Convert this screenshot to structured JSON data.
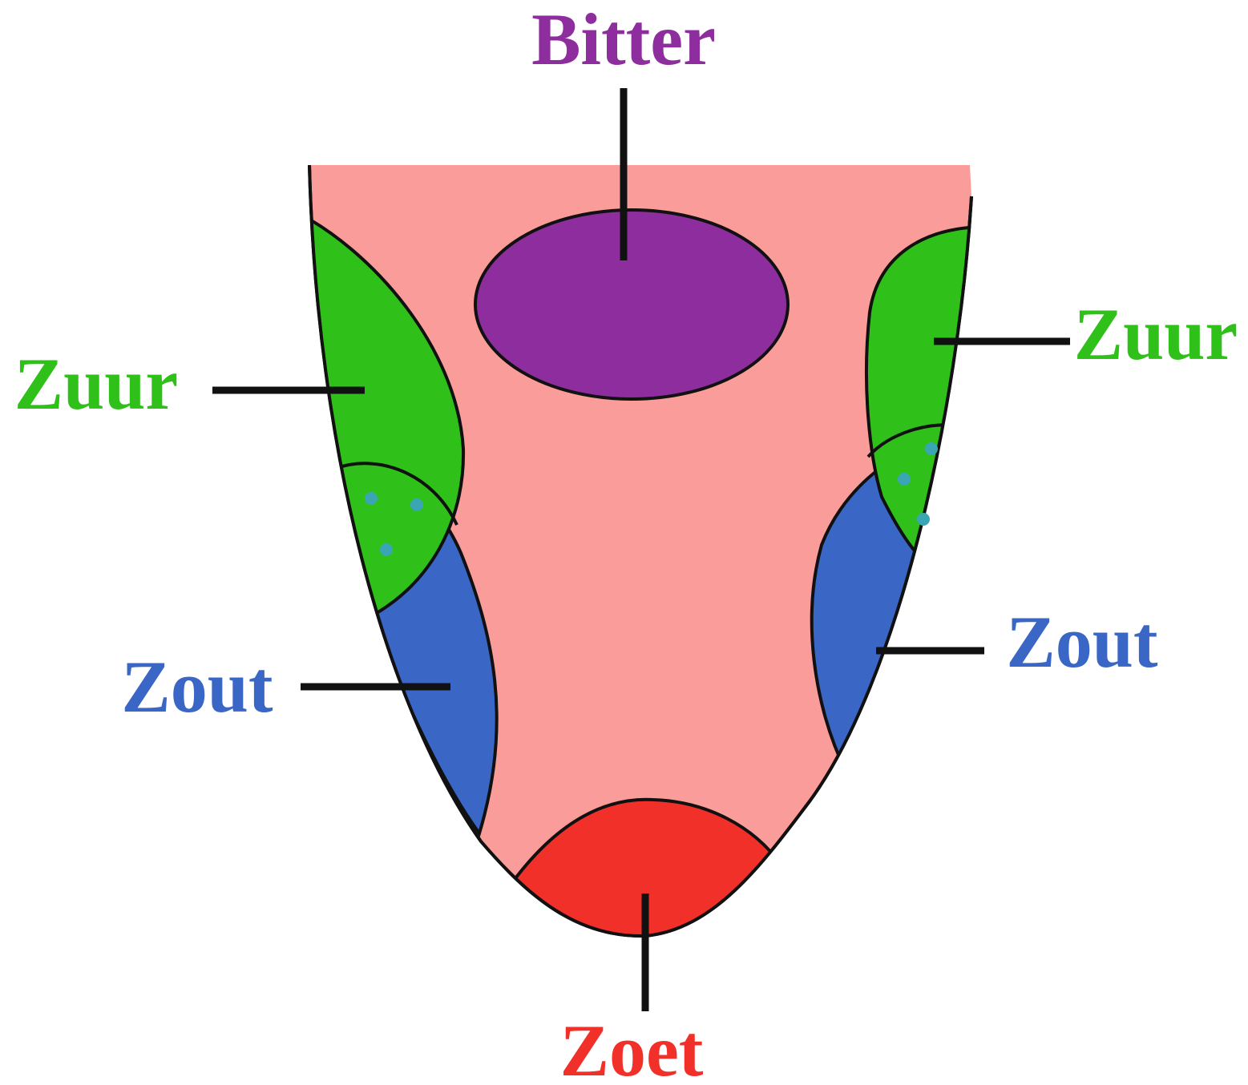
{
  "colors": {
    "tongue": "#f99c9a",
    "bitter": "#8e2d9e",
    "sour": "#2fc11a",
    "salty": "#3a66c6",
    "sweet": "#f2302a",
    "dots": "#3aa6b4",
    "outline": "#111111"
  },
  "labels": {
    "bitter": "Bitter",
    "sour_left": "Zuur",
    "sour_right": "Zuur",
    "salty_left": "Zout",
    "salty_right": "Zout",
    "sweet": "Zoet"
  }
}
